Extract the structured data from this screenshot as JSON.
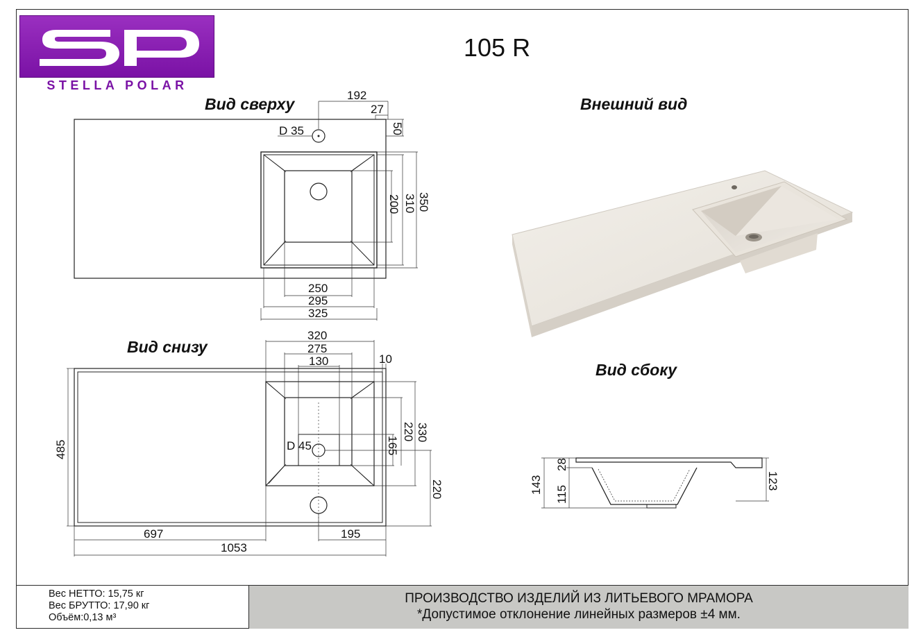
{
  "logo": {
    "initials": "SP",
    "name": "STELLA POLAR",
    "color": "#7a12a5"
  },
  "model": "105 R",
  "views": {
    "top": "Вид сверху",
    "external": "Внешний вид",
    "bottom": "Вид снизу",
    "side": "Вид сбоку"
  },
  "dims": {
    "top": {
      "d192": "192",
      "d27": "27",
      "d35": "D 35",
      "d50": "50",
      "d350": "350",
      "d310": "310",
      "d200": "200",
      "d250": "250",
      "d295": "295",
      "d325": "325"
    },
    "bottom": {
      "d320": "320",
      "d275": "275",
      "d130": "130",
      "d10": "10",
      "d485": "485",
      "d45": "D 45",
      "d165": "165",
      "d220a": "220",
      "d330": "330",
      "d220b": "220",
      "d697": "697",
      "d195": "195",
      "d1053": "1053"
    },
    "side": {
      "d143": "143",
      "d28": "28",
      "d115": "115",
      "d123": "123"
    }
  },
  "footer": {
    "net_weight": "Вес НЕТТО: 15,75 кг",
    "gross_weight": "Вес БРУТТО: 17,90 кг",
    "volume": "Объём:0,13 м³",
    "production": "ПРОИЗВОДСТВО ИЗДЕЛИЙ ИЗ ЛИТЬЕВОГО МРАМОРА",
    "tolerance": "*Допустимое отклонение линейных размеров ±4 мм."
  }
}
